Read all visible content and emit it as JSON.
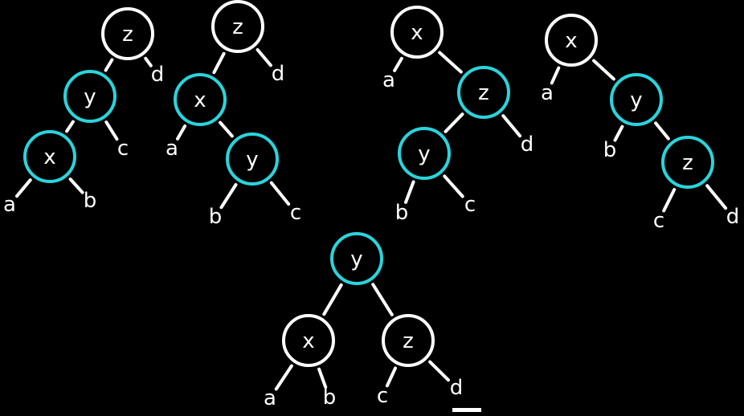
{
  "colors": {
    "background": "#000000",
    "ink": "#ffffff",
    "highlight": "#2ad4dc"
  },
  "trees": [
    {
      "name": "tree-left-left",
      "nodes": [
        {
          "id": "z",
          "label": "z",
          "highlight": false
        },
        {
          "id": "y",
          "label": "y",
          "highlight": true
        },
        {
          "id": "x",
          "label": "x",
          "highlight": true
        }
      ],
      "leaves": [
        {
          "id": "a",
          "label": "a"
        },
        {
          "id": "b",
          "label": "b"
        },
        {
          "id": "c",
          "label": "c"
        },
        {
          "id": "d",
          "label": "d"
        }
      ]
    },
    {
      "name": "tree-left-right",
      "nodes": [
        {
          "id": "z",
          "label": "z",
          "highlight": false
        },
        {
          "id": "x",
          "label": "x",
          "highlight": true
        },
        {
          "id": "y",
          "label": "y",
          "highlight": true
        }
      ],
      "leaves": [
        {
          "id": "a",
          "label": "a"
        },
        {
          "id": "b",
          "label": "b"
        },
        {
          "id": "c",
          "label": "c"
        },
        {
          "id": "d",
          "label": "d"
        }
      ]
    },
    {
      "name": "tree-right-left",
      "nodes": [
        {
          "id": "x",
          "label": "x",
          "highlight": false
        },
        {
          "id": "z",
          "label": "z",
          "highlight": true
        },
        {
          "id": "y",
          "label": "y",
          "highlight": true
        }
      ],
      "leaves": [
        {
          "id": "a",
          "label": "a"
        },
        {
          "id": "b",
          "label": "b"
        },
        {
          "id": "c",
          "label": "c"
        },
        {
          "id": "d",
          "label": "d"
        }
      ]
    },
    {
      "name": "tree-right-right",
      "nodes": [
        {
          "id": "x",
          "label": "x",
          "highlight": false
        },
        {
          "id": "y",
          "label": "y",
          "highlight": true
        },
        {
          "id": "z",
          "label": "z",
          "highlight": true
        }
      ],
      "leaves": [
        {
          "id": "a",
          "label": "a"
        },
        {
          "id": "b",
          "label": "b"
        },
        {
          "id": "c",
          "label": "c"
        },
        {
          "id": "d",
          "label": "d"
        }
      ]
    },
    {
      "name": "tree-balanced",
      "nodes": [
        {
          "id": "y",
          "label": "y",
          "highlight": true
        },
        {
          "id": "x",
          "label": "x",
          "highlight": false
        },
        {
          "id": "z",
          "label": "z",
          "highlight": false
        }
      ],
      "leaves": [
        {
          "id": "a",
          "label": "a"
        },
        {
          "id": "b",
          "label": "b"
        },
        {
          "id": "c",
          "label": "c"
        },
        {
          "id": "d",
          "label": "d"
        }
      ]
    }
  ]
}
